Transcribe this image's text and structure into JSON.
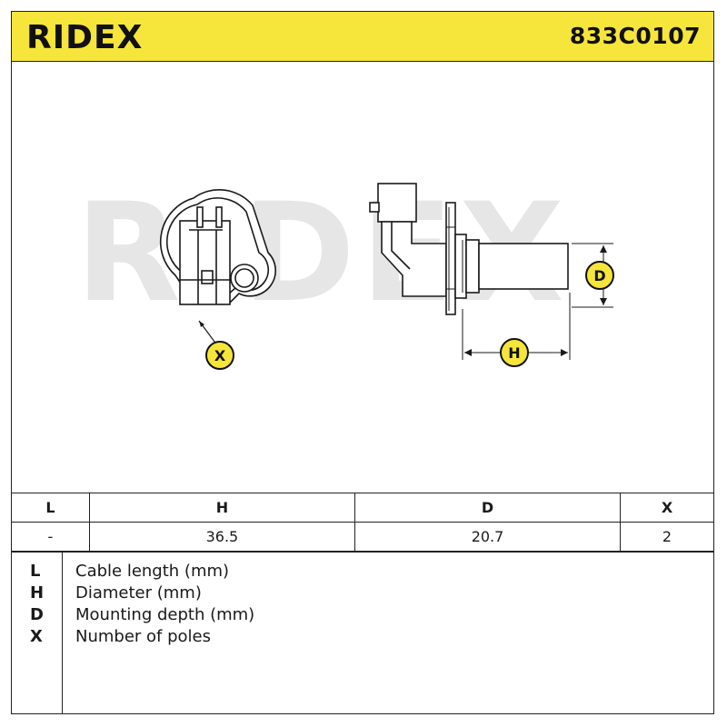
{
  "header": {
    "brand": "RIDEX",
    "part_number": "833C0107",
    "background": "#f6e53a"
  },
  "drawing": {
    "watermark": "RIDEX",
    "callouts": {
      "x": "X",
      "d": "D",
      "h": "H"
    },
    "callout_color": "#f6e53a"
  },
  "dimensions": {
    "headers": [
      "L",
      "H",
      "D",
      "X"
    ],
    "values": [
      "-",
      "36.5",
      "20.7",
      "2"
    ]
  },
  "legend": [
    {
      "key": "L",
      "desc": "Cable length (mm)"
    },
    {
      "key": "H",
      "desc": "Diameter (mm)"
    },
    {
      "key": "D",
      "desc": "Mounting depth (mm)"
    },
    {
      "key": "X",
      "desc": "Number of poles"
    }
  ]
}
